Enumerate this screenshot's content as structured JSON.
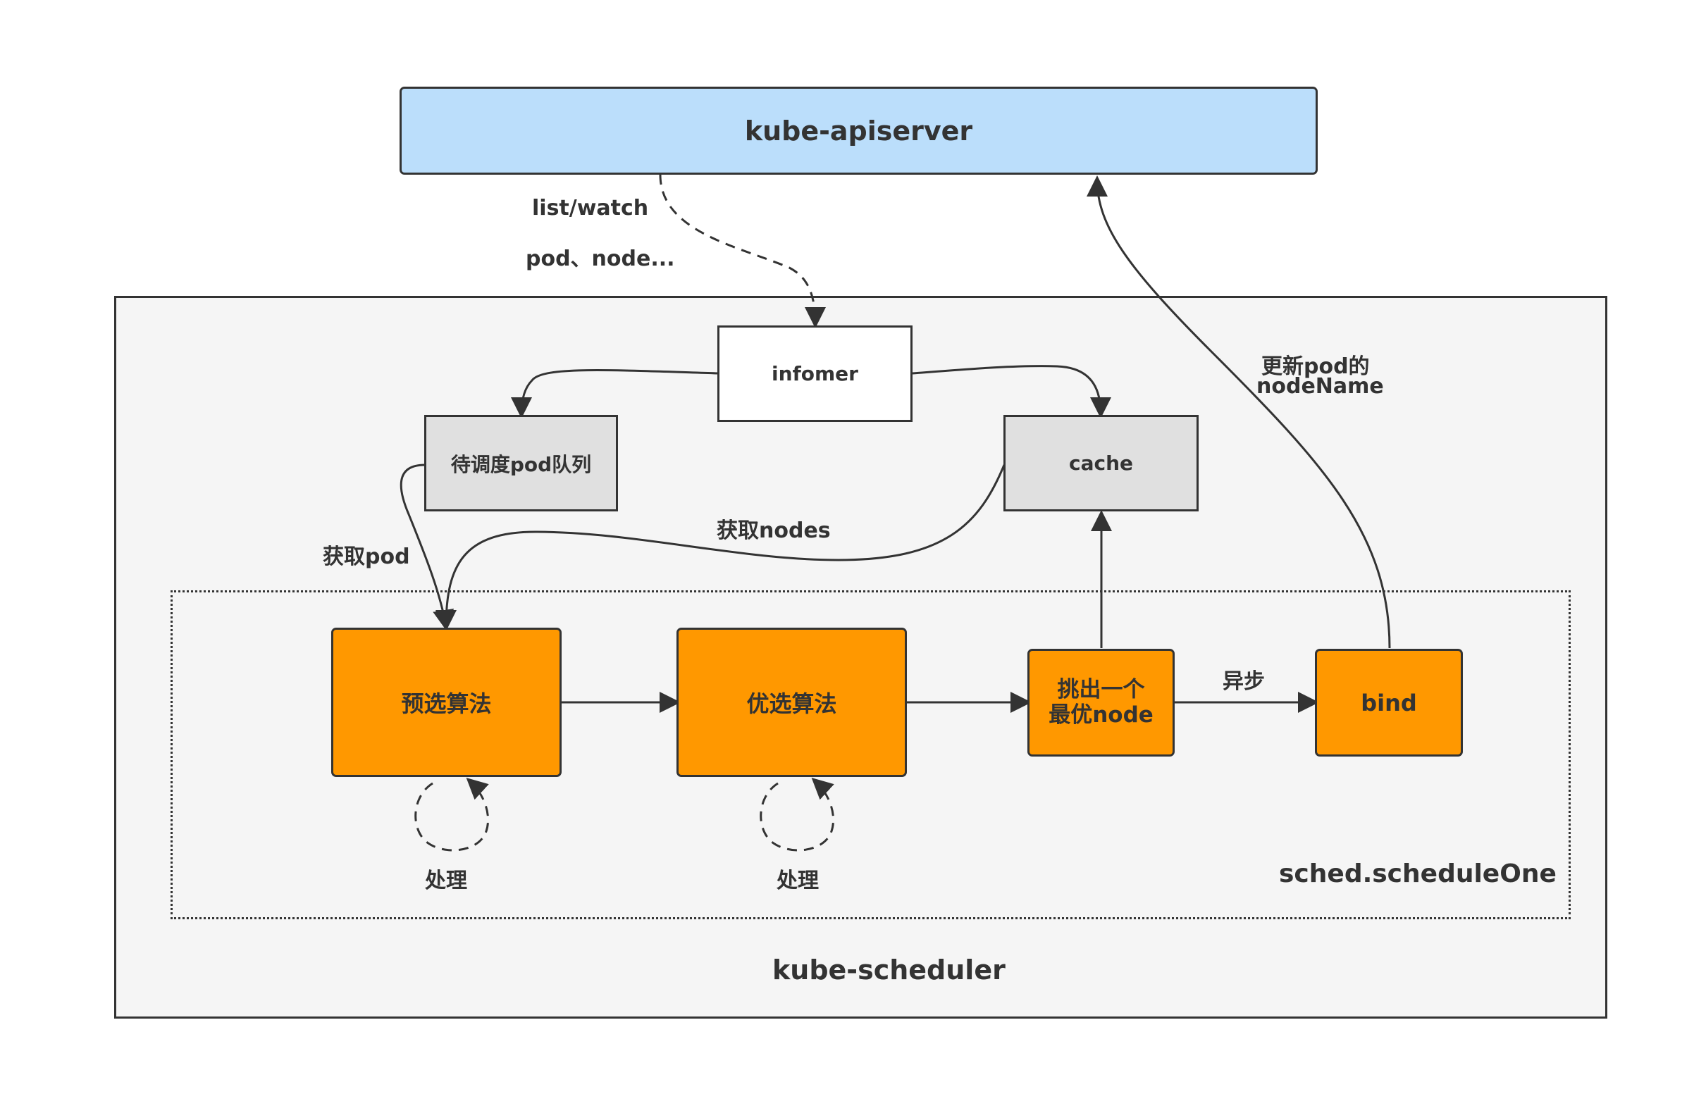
{
  "colors": {
    "apiserver_fill": "#BBDEFB",
    "scheduler_fill": "#F5F5F5",
    "informer_fill": "#FFFFFF",
    "queue_fill": "#E0E0E0",
    "cache_fill": "#E0E0E0",
    "step_fill": "#FF9800",
    "stroke": "#333333"
  },
  "nodes": {
    "apiserver": "kube-apiserver",
    "scheduler": "kube-scheduler",
    "informer": "infomer",
    "queue": "待调度pod队列",
    "cache": "cache",
    "schedule_one": "sched.scheduleOne",
    "predicates": "预选算法",
    "priorities": "优选算法",
    "pick_node_line1": "挑出一个",
    "pick_node_line2": "最优node",
    "bind": "bind"
  },
  "edges": {
    "list_watch": "list/watch",
    "watch_objects": "pod、node...",
    "update_line1": "更新pod的",
    "update_line2": "nodeName",
    "get_pod": "获取pod",
    "get_nodes": "获取nodes",
    "async": "异步",
    "process_predicates": "处理",
    "process_priorities": "处理"
  }
}
